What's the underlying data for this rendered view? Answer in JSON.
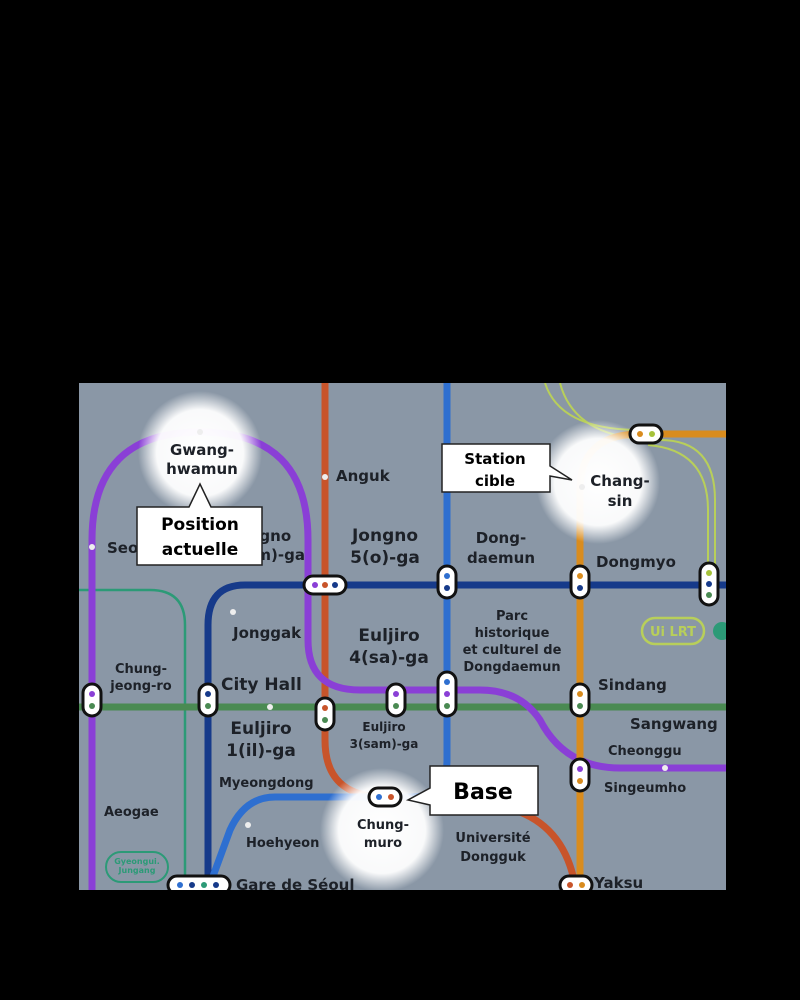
{
  "map": {
    "colors": {
      "background": "#8a97a6",
      "line_purple": "#8a3fd6",
      "line_orange_red": "#d9562a",
      "line_blue": "#2e6fd0",
      "line_navy": "#163a8a",
      "line_green": "#4a8a52",
      "line_gold": "#d98c1e",
      "line_teal": "#2c9a77",
      "line_lime": "#a6c23a",
      "line_brown": "#b5582a"
    },
    "stations": {
      "gwanghwamun": "Gwang-\nhwamun",
      "anguk": "Anguk",
      "jongno3ga": "Jongno\n3(sam)-ga",
      "jongno5ga": "Jongno\n5(o)-ga",
      "dongdaemun": "Dong-\ndaemun",
      "changsin": "Chang-\nsin",
      "dongmyo": "Dongmyo",
      "seodaemun": "Seo",
      "jonggak": "Jonggak",
      "euljiro4ga": "Euljiro\n4(sa)-ga",
      "ddp": "Parc\nhistorique\net culturel de\nDongdaemun",
      "chungjeongro": "Chung-\njeong-ro",
      "cityhall": "City Hall",
      "sindang": "Sindang",
      "euljiro1ga": "Euljiro\n1(il)-ga",
      "euljiro3ga": "Euljiro\n3(sam)-ga",
      "sangwang": "Sangwang",
      "cheonggu": "Cheonggu",
      "myeongdong": "Myeongdong",
      "singeumho": "Singeumho",
      "aeogae": "Aeogae",
      "chungmuro": "Chung-\nmuro",
      "hoehyeon": "Hoehyeon",
      "dongguk": "Université\nDongguk",
      "seoulstation": "Gare de Séoul",
      "yaksu": "Yaksu"
    },
    "badges": {
      "ui_lrt": "Ui LRT",
      "gyeongui": "Gyeongui.\nJungang"
    },
    "callouts": {
      "current_position": "Position\nactuelle",
      "target_station": "Station\ncible",
      "base": "Base"
    }
  }
}
